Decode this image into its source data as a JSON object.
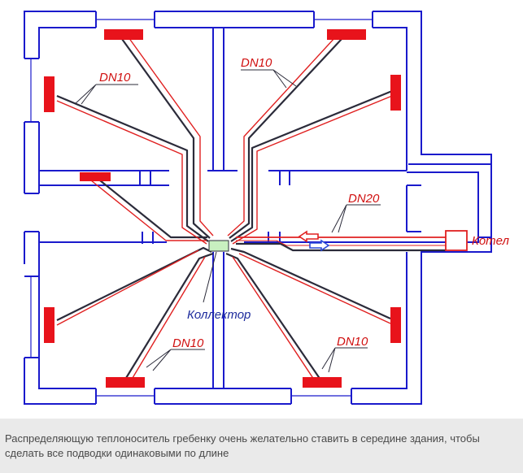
{
  "labels": {
    "dn10_top_left": "DN10",
    "dn10_top_right": "DN10",
    "dn10_bottom_left": "DN10",
    "dn10_bottom_right": "DN10",
    "dn20": "DN20",
    "collector": "Коллектор",
    "boiler": "Котел"
  },
  "caption": "Распределяющую теплоноситель гребенку очень желательно ставить в середине здания, чтобы сделать все подводки одинаковыми по длине",
  "colors": {
    "walls": "#1a1acc",
    "pipe_dark": "#2b2b3a",
    "pipe_red": "#e02020",
    "radiator": "#e8131b",
    "label_red": "#d01010",
    "label_blue": "#1c2a9c",
    "arrow_blue": "#2a4ad8",
    "collector_fill": "#c8f0c0",
    "caption_bg": "#eaeaea"
  }
}
